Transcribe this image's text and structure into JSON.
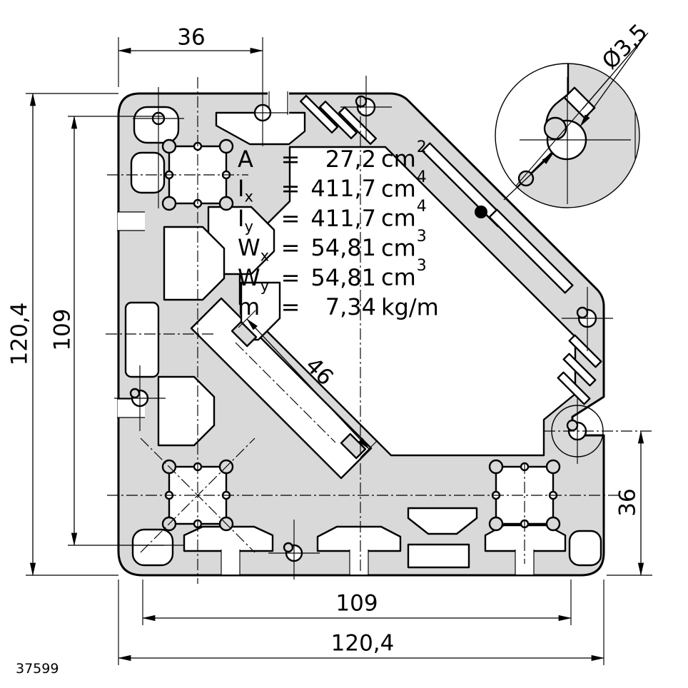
{
  "drawing": {
    "part_number": "37599",
    "profile_fill": "#d9d9d9",
    "equals": "=",
    "dimensions": {
      "top_width": "36",
      "left_outer_height": "120,4",
      "left_inner_height": "109",
      "right_offset": "36",
      "bottom_inner_width": "109",
      "bottom_outer_width": "120,4",
      "diagonal_channel": "46",
      "detail_diameter": "Ø3,5"
    },
    "specs": [
      {
        "symbol": "A",
        "sub": "",
        "value": "27,2",
        "unit": "cm",
        "sup": "2"
      },
      {
        "symbol": "I",
        "sub": "x",
        "value": "411,7",
        "unit": "cm",
        "sup": "4"
      },
      {
        "symbol": "I",
        "sub": "y",
        "value": "411,7",
        "unit": "cm",
        "sup": "4"
      },
      {
        "symbol": "W",
        "sub": "x",
        "value": "54,81",
        "unit": "cm",
        "sup": "3"
      },
      {
        "symbol": "W",
        "sub": "y",
        "value": "54,81",
        "unit": "cm",
        "sup": "3"
      },
      {
        "symbol": "m",
        "sub": "",
        "value": "7,34",
        "unit": "kg/m",
        "sup": ""
      }
    ]
  }
}
